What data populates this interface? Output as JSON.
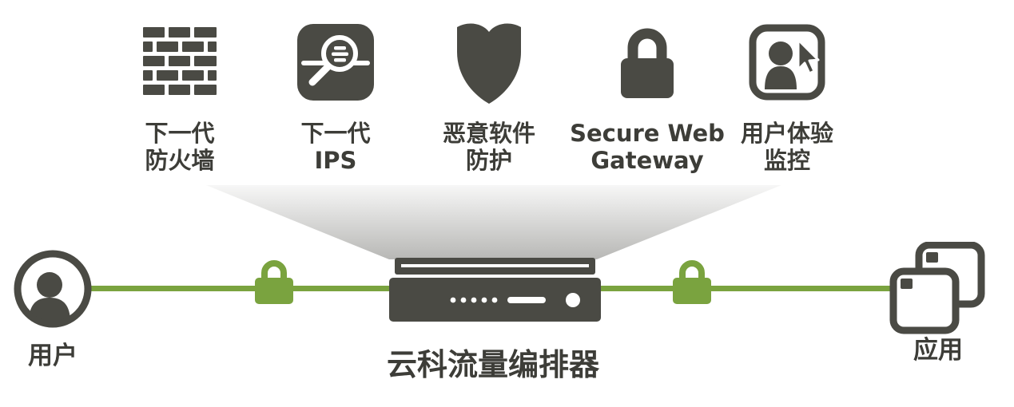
{
  "colors": {
    "dark": "#4a4a44",
    "green": "#7aa33f",
    "text": "#3d3d38"
  },
  "services": [
    {
      "icon": "firewall-icon",
      "line1": "下一代",
      "line2": "防火墙"
    },
    {
      "icon": "ips-magnifier-icon",
      "line1": "下一代",
      "line2": "IPS"
    },
    {
      "icon": "shield-icon",
      "line1": "恶意软件",
      "line2": "防护"
    },
    {
      "icon": "lock-icon",
      "line1": "Secure Web",
      "line2": "Gateway"
    },
    {
      "icon": "user-experience-icon",
      "line1": "用户体验",
      "line2": "监控"
    }
  ],
  "flow": {
    "user_label": "用户",
    "appliance_label": "云科流量编排器",
    "app_label": "应用"
  }
}
